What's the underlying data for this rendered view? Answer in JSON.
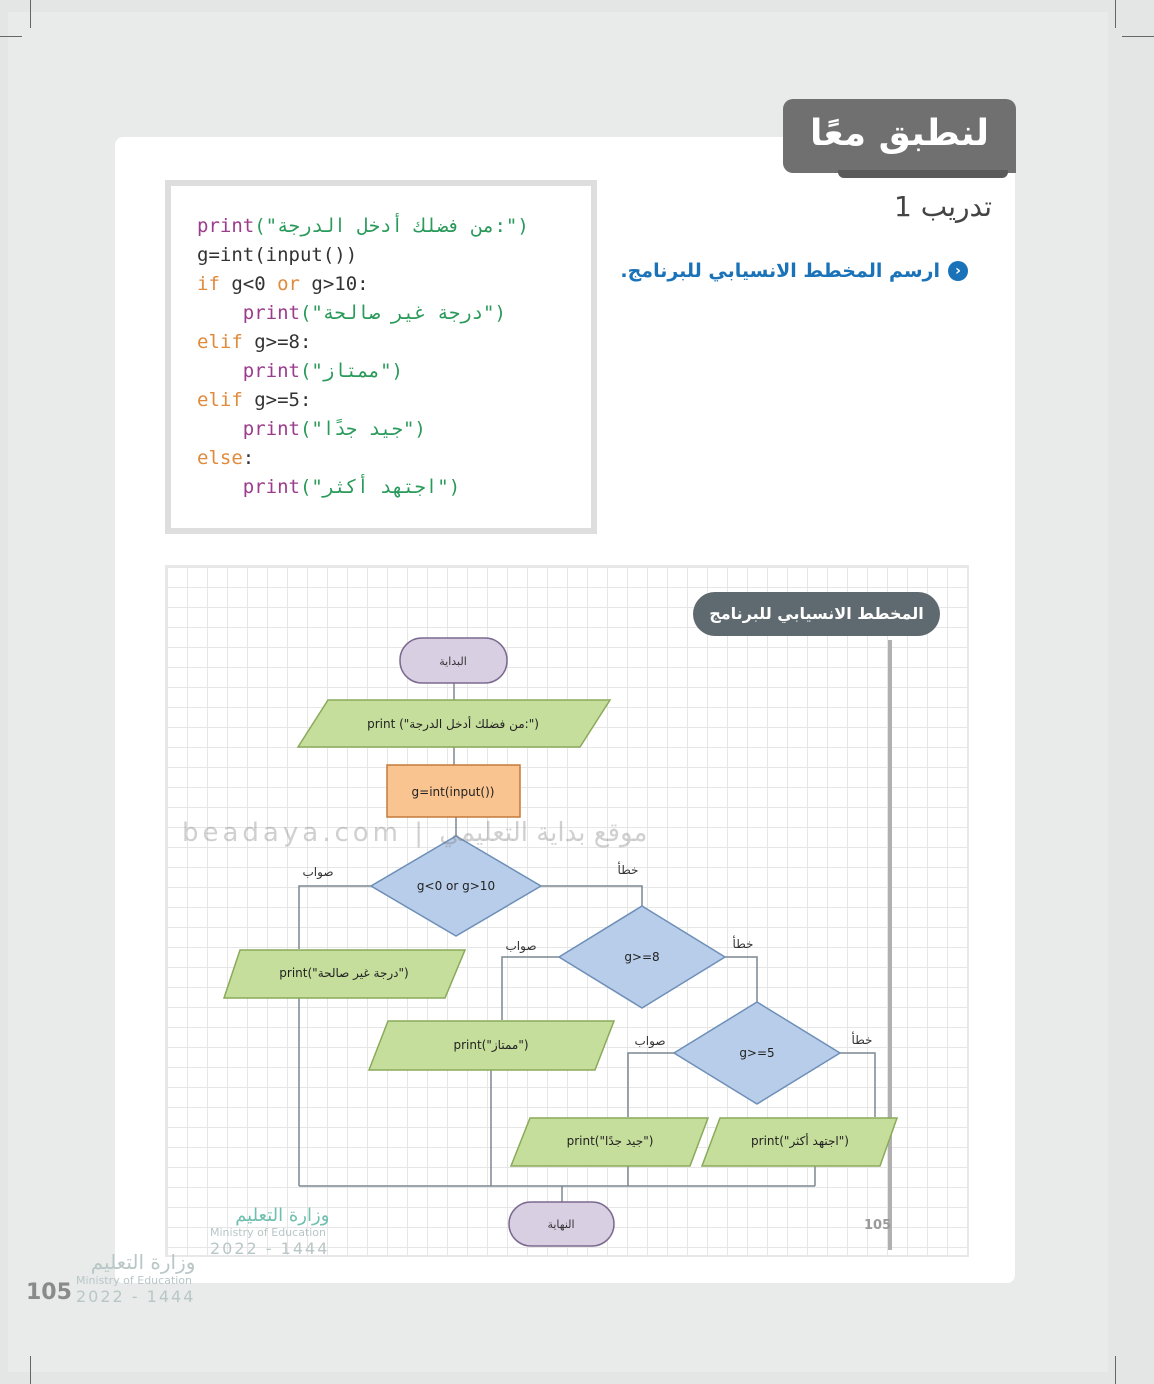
{
  "header": {
    "banner": "لنطبق معًا",
    "exercise": "تدريب 1",
    "task": "ارسم المخطط الانسيابي للبرنامج.",
    "task_icon": "chevron-circle-icon"
  },
  "code": {
    "l1_fn": "print",
    "l1_str": "(\"من فضلك أدخل الدرجة:\")",
    "l2": "g=int(input())",
    "l3_kw": "if",
    "l3_a": " g<0 ",
    "l3_kw2": "or",
    "l3_b": " g>10:",
    "l4_fn": "print",
    "l4_str": "(\"درجة غير صالحة\")",
    "l5_kw": "elif",
    "l5": " g>=8:",
    "l6_fn": "print",
    "l6_str": "(\"ممتاز\")",
    "l7_kw": "elif",
    "l7": " g>=5:",
    "l8_fn": "print",
    "l8_str": "(\"جيد جدًا\")",
    "l9_kw": "else",
    "l9": ":",
    "l10_fn": "print",
    "l10_str": "(\"اجتهد أكثر\")"
  },
  "flowchart": {
    "title": "المخطط الانسيابي للبرنامج",
    "start": "البداية",
    "input": "print (\"من فضلك أدخل الدرجة:\")",
    "process": "g=int(input())",
    "cond1": "g<0 or g>10",
    "cond2": "g>=8",
    "cond3": "g>=5",
    "out1": "print(\"درجة غير صالحة\")",
    "out2": "print(\"ممتاز\")",
    "out3": "print(\"جيد جدًا\")",
    "out4": "print(\"اجتهد أكثر\")",
    "true_label": "صواب",
    "false_label": "خطأ",
    "end": "النهاية",
    "page_inner": "105"
  },
  "watermark": "beadaya.com | موقع بداية التعليمي",
  "footer": {
    "ministry_ar": "وزارة التعليم",
    "ministry_en": "Ministry of Education",
    "year": "2022 - 1444",
    "page": "105"
  },
  "colors": {
    "start": "#d8cfe3",
    "io": "#c6de9c",
    "process": "#f9c48f",
    "decision": "#b8cde9",
    "accent": "#1a73b8"
  }
}
